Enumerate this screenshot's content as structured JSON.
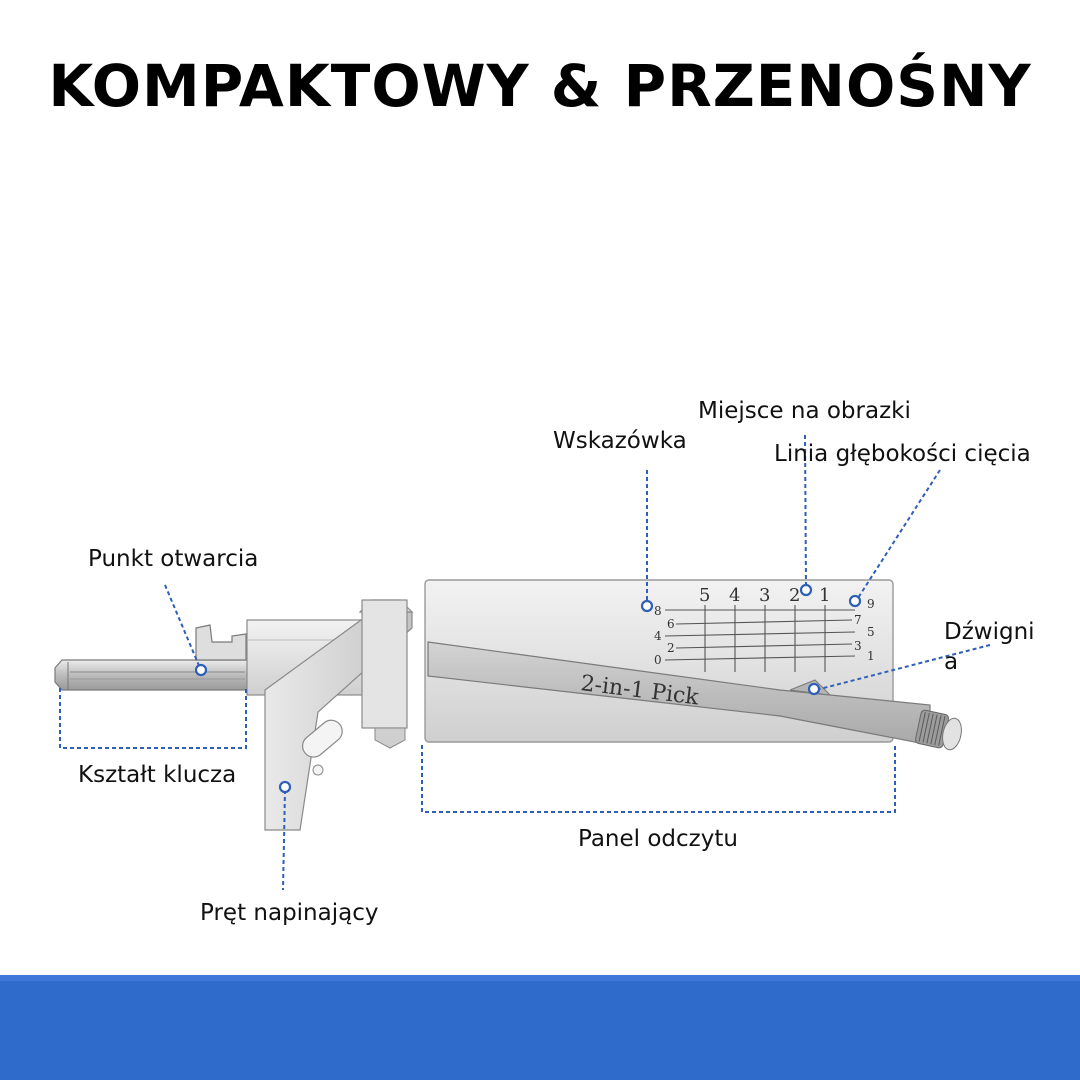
{
  "headline": "KOMPAKTOWY & PRZENOŚNY",
  "engraving": {
    "tool_name": "2-in-1 Pick",
    "top_numbers": [
      "5",
      "4",
      "3",
      "2",
      "1"
    ],
    "left_numbers": [
      "8",
      "6",
      "4",
      "2",
      "0"
    ],
    "right_numbers": [
      "9",
      "7",
      "5",
      "3",
      "1"
    ]
  },
  "labels": {
    "punkt_otwarcia": "Punkt otwarcia",
    "ksztalt_klucza": "Kształt klucza",
    "pret_napinajacy": "Pręt napinający",
    "wskazowka": "Wskazówka",
    "miejsce_na_obrazki": "Miejsce na obrazki",
    "linia_glebokosci": "Linia głębokości cięcia",
    "dzwignia_line1": "Dźwigni",
    "dzwignia_line2": "a",
    "panel_odczytu": "Panel odczytu"
  },
  "colors": {
    "annotation_blue": "#2f5fb8",
    "footer_blue": "#2f6bcb",
    "metal_light": "#e6e6e6",
    "metal_mid": "#c9c9c9",
    "metal_dark": "#8a8a8a"
  }
}
